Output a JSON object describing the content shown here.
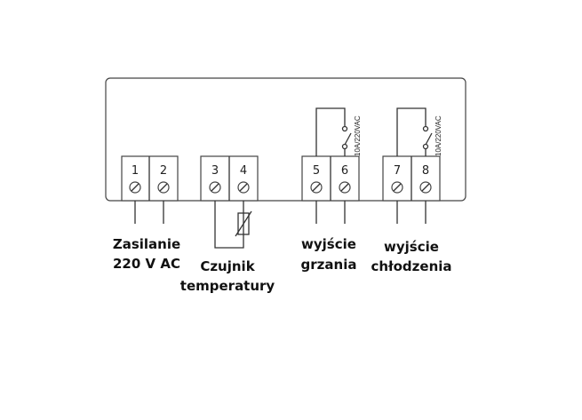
{
  "terminals": [
    {
      "number": "1"
    },
    {
      "number": "2"
    },
    {
      "number": "3"
    },
    {
      "number": "4"
    },
    {
      "number": "5"
    },
    {
      "number": "6"
    },
    {
      "number": "7"
    },
    {
      "number": "8"
    }
  ],
  "relay_rating": "10A/220VAC",
  "labels": {
    "power": [
      "Zasilanie",
      "220 V AC"
    ],
    "sensor": [
      "Czujnik",
      "temperatury"
    ],
    "heating": [
      "wyjście",
      "grzania"
    ],
    "cooling": [
      "wyjście",
      "chłodzenia"
    ]
  }
}
